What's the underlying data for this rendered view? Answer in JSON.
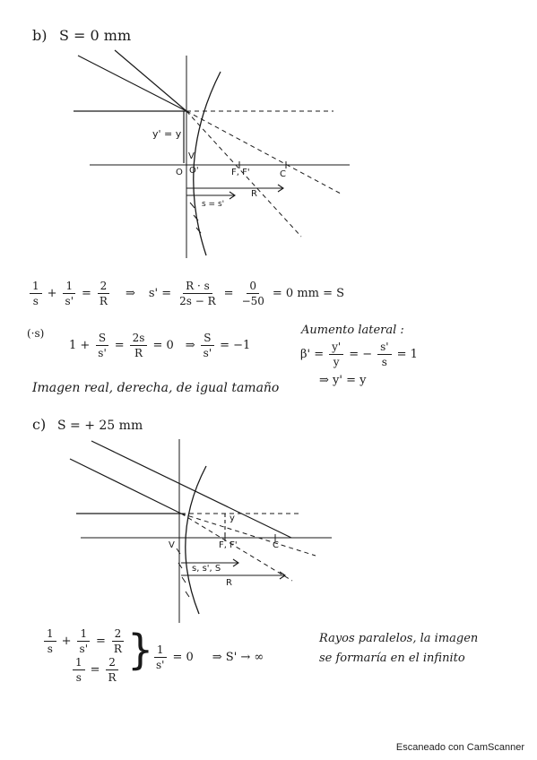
{
  "section_b": {
    "heading": "b)",
    "condition": "S = 0 mm",
    "labels": {
      "y_prime_eq_y": "y' = y",
      "v": "V",
      "o": "O",
      "o_prime": "O'",
      "f_fprime": "F, F'",
      "c": "C",
      "r": "R",
      "s_eq_sprime": "s = s'"
    },
    "equation": {
      "t1_num": "1",
      "t1_den": "s",
      "plus": "+",
      "t2_num": "1",
      "t2_den": "s'",
      "eq": "=",
      "t3_num": "2",
      "t3_den": "R",
      "arrow": "⇒",
      "lhs": "s' =",
      "t4_num": "R · s",
      "t4_den": "2s − R",
      "eq2": "=",
      "t5_num": "0",
      "t5_den": "−50",
      "result": "= 0 mm = S"
    },
    "multiplier_note": "(·s)",
    "equation2": {
      "one": "1 +",
      "a_num": "S",
      "a_den": "s'",
      "eq": "=",
      "b_num": "2s",
      "b_den": "R",
      "zero": "= 0",
      "arrow": "⇒",
      "c_num": "S",
      "c_den": "s'",
      "result": "= −1"
    },
    "aumento": {
      "title": "Aumento lateral :",
      "beta": "β' =",
      "a_num": "y'",
      "a_den": "y",
      "eq": "= −",
      "b_num": "s'",
      "b_den": "s",
      "result": "= 1",
      "conclusion": "⇒ y' = y"
    },
    "description": "Imagen real, derecha, de igual tamaño"
  },
  "section_c": {
    "heading": "c)",
    "condition": "S = + 25 mm",
    "labels": {
      "y": "y",
      "v": "V",
      "f_fprime": "F, F'",
      "c": "C",
      "s_group": "s, s', S",
      "r": "R"
    },
    "system": {
      "e1_a_num": "1",
      "e1_a_den": "s",
      "plus": "+",
      "e1_b_num": "1",
      "e1_b_den": "s'",
      "eq": "=",
      "e1_c_num": "2",
      "e1_c_den": "R",
      "e2_a_num": "1",
      "e2_a_den": "s",
      "e2_b_num": "2",
      "e2_b_den": "R"
    },
    "result": {
      "frac_num": "1",
      "frac_den": "s'",
      "zero": "= 0",
      "arrow": "⇒ S' → ∞"
    },
    "note_line1": "Rayos paralelos, la imagen",
    "note_line2": "se formaría en el infinito"
  },
  "footer": "Escaneado con CamScanner"
}
